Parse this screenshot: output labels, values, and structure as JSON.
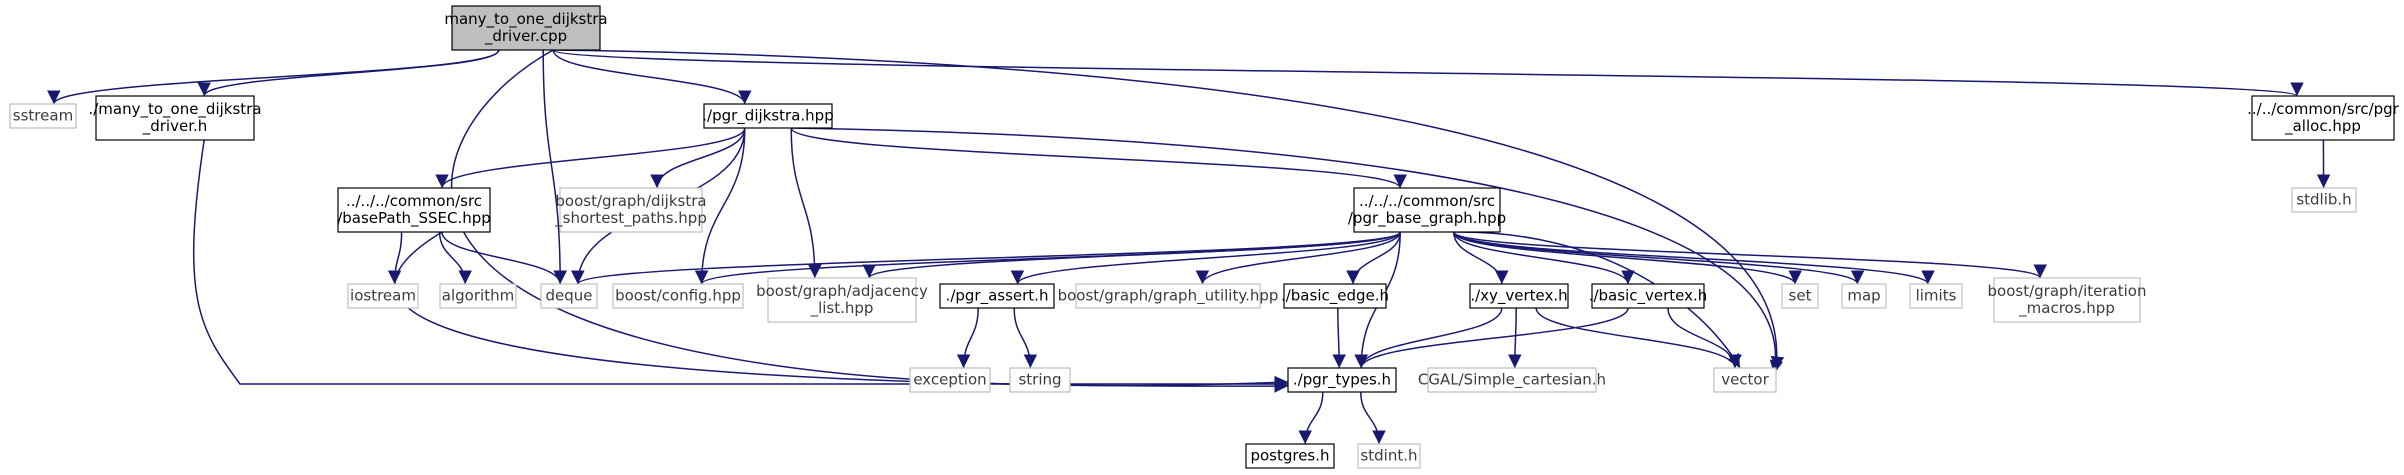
{
  "colors": {
    "edge": "#191970",
    "root_fill": "#bfbfbf",
    "border_strong": "#000000",
    "border_light": "#bfbfbf",
    "text_strong": "#000000",
    "text_light": "#3c3c3c"
  },
  "nodes": [
    {
      "id": "root",
      "label": [
        "many_to_one_dijkstra",
        "_driver.cpp"
      ],
      "style": "root"
    },
    {
      "id": "sstream",
      "label": [
        "sstream"
      ],
      "style": "light"
    },
    {
      "id": "driver_h",
      "label": [
        "./many_to_one_dijkstra",
        "_driver.h"
      ],
      "style": "strong"
    },
    {
      "id": "pgr_dijkstra",
      "label": [
        "./pgr_dijkstra.hpp"
      ],
      "style": "strong"
    },
    {
      "id": "pgr_alloc",
      "label": [
        "../../common/src/pgr",
        "_alloc.hpp"
      ],
      "style": "strong"
    },
    {
      "id": "stdlib",
      "label": [
        "stdlib.h"
      ],
      "style": "light"
    },
    {
      "id": "basepath",
      "label": [
        "../../../common/src",
        "/basePath_SSEC.hpp"
      ],
      "style": "strong"
    },
    {
      "id": "dijkstra_sp",
      "label": [
        "boost/graph/dijkstra",
        "_shortest_paths.hpp"
      ],
      "style": "light"
    },
    {
      "id": "base_graph",
      "label": [
        "../../../common/src",
        "/pgr_base_graph.hpp"
      ],
      "style": "strong"
    },
    {
      "id": "iostream",
      "label": [
        "iostream"
      ],
      "style": "light"
    },
    {
      "id": "algorithm",
      "label": [
        "algorithm"
      ],
      "style": "light"
    },
    {
      "id": "deque",
      "label": [
        "deque"
      ],
      "style": "light"
    },
    {
      "id": "boost_config",
      "label": [
        "boost/config.hpp"
      ],
      "style": "light"
    },
    {
      "id": "adjacency",
      "label": [
        "boost/graph/adjacency",
        "_list.hpp"
      ],
      "style": "light"
    },
    {
      "id": "pgr_assert",
      "label": [
        "./pgr_assert.h"
      ],
      "style": "strong"
    },
    {
      "id": "graph_utility",
      "label": [
        "boost/graph/graph_utility.hpp"
      ],
      "style": "light"
    },
    {
      "id": "basic_edge",
      "label": [
        "./basic_edge.h"
      ],
      "style": "strong"
    },
    {
      "id": "xy_vertex",
      "label": [
        "./xy_vertex.h"
      ],
      "style": "strong"
    },
    {
      "id": "basic_vertex",
      "label": [
        "./basic_vertex.h"
      ],
      "style": "strong"
    },
    {
      "id": "set",
      "label": [
        "set"
      ],
      "style": "light"
    },
    {
      "id": "map",
      "label": [
        "map"
      ],
      "style": "light"
    },
    {
      "id": "limits",
      "label": [
        "limits"
      ],
      "style": "light"
    },
    {
      "id": "iteration",
      "label": [
        "boost/graph/iteration",
        "_macros.hpp"
      ],
      "style": "light"
    },
    {
      "id": "exception",
      "label": [
        "exception"
      ],
      "style": "light"
    },
    {
      "id": "string",
      "label": [
        "string"
      ],
      "style": "light"
    },
    {
      "id": "pgr_types",
      "label": [
        "./pgr_types.h"
      ],
      "style": "strong"
    },
    {
      "id": "cgal",
      "label": [
        "CGAL/Simple_cartesian.h"
      ],
      "style": "light"
    },
    {
      "id": "vector",
      "label": [
        "vector"
      ],
      "style": "light"
    },
    {
      "id": "postgres",
      "label": [
        "postgres.h"
      ],
      "style": "strong"
    },
    {
      "id": "stdint",
      "label": [
        "stdint.h"
      ],
      "style": "light"
    }
  ],
  "edges": [
    [
      "root",
      "sstream"
    ],
    [
      "root",
      "driver_h"
    ],
    [
      "root",
      "pgr_dijkstra"
    ],
    [
      "root",
      "pgr_alloc"
    ],
    [
      "root",
      "deque"
    ],
    [
      "root",
      "pgr_types"
    ],
    [
      "root",
      "vector"
    ],
    [
      "driver_h",
      "pgr_types"
    ],
    [
      "pgr_dijkstra",
      "basepath"
    ],
    [
      "pgr_dijkstra",
      "dijkstra_sp"
    ],
    [
      "pgr_dijkstra",
      "base_graph"
    ],
    [
      "pgr_dijkstra",
      "deque"
    ],
    [
      "pgr_dijkstra",
      "boost_config"
    ],
    [
      "pgr_dijkstra",
      "adjacency"
    ],
    [
      "pgr_dijkstra",
      "vector"
    ],
    [
      "pgr_alloc",
      "stdlib"
    ],
    [
      "basepath",
      "iostream"
    ],
    [
      "basepath",
      "algorithm"
    ],
    [
      "basepath",
      "deque"
    ],
    [
      "basepath",
      "pgr_types"
    ],
    [
      "base_graph",
      "deque"
    ],
    [
      "base_graph",
      "boost_config"
    ],
    [
      "base_graph",
      "adjacency"
    ],
    [
      "base_graph",
      "pgr_assert"
    ],
    [
      "base_graph",
      "graph_utility"
    ],
    [
      "base_graph",
      "basic_edge"
    ],
    [
      "base_graph",
      "xy_vertex"
    ],
    [
      "base_graph",
      "basic_vertex"
    ],
    [
      "base_graph",
      "pgr_types"
    ],
    [
      "base_graph",
      "vector"
    ],
    [
      "base_graph",
      "set"
    ],
    [
      "base_graph",
      "map"
    ],
    [
      "base_graph",
      "limits"
    ],
    [
      "base_graph",
      "iteration"
    ],
    [
      "pgr_assert",
      "exception"
    ],
    [
      "pgr_assert",
      "string"
    ],
    [
      "basic_edge",
      "pgr_types"
    ],
    [
      "xy_vertex",
      "pgr_types"
    ],
    [
      "xy_vertex",
      "cgal"
    ],
    [
      "xy_vertex",
      "vector"
    ],
    [
      "basic_vertex",
      "pgr_types"
    ],
    [
      "basic_vertex",
      "vector"
    ],
    [
      "pgr_types",
      "postgres"
    ],
    [
      "pgr_types",
      "stdint"
    ]
  ]
}
